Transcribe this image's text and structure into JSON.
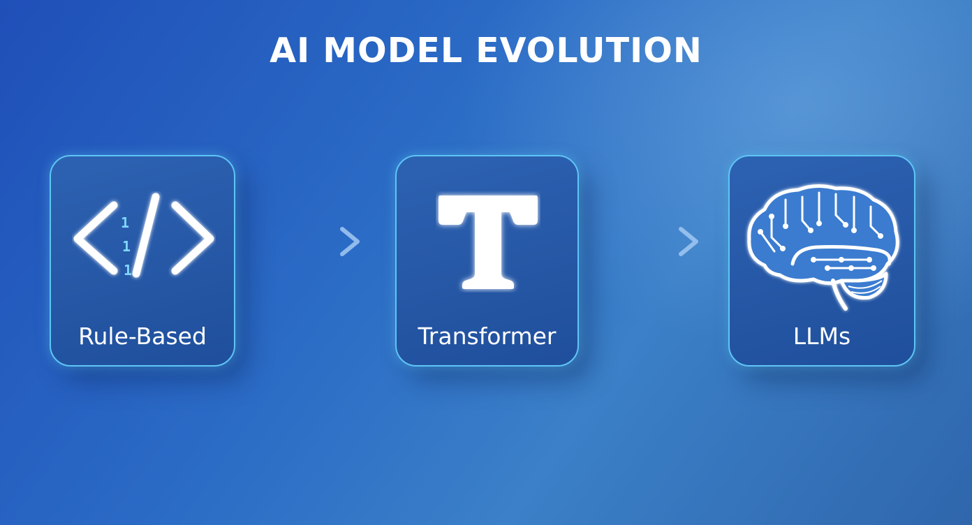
{
  "title": "AI MODEL EVOLUTION",
  "stages": [
    {
      "label": "Rule-Based",
      "icon": "code-brackets-icon",
      "icon_digits": [
        "1",
        "1",
        "1"
      ]
    },
    {
      "label": "Transformer",
      "icon": "letter-t-icon",
      "icon_letter": "T"
    },
    {
      "label": "LLMs",
      "icon": "brain-circuit-icon"
    }
  ],
  "colors": {
    "background_start": "#1f4fb8",
    "background_end": "#3b80c8",
    "card_border": "#5ec5f5",
    "card_fill": "#2559a8",
    "text": "#ffffff",
    "arrow": "#9cc4ef"
  }
}
